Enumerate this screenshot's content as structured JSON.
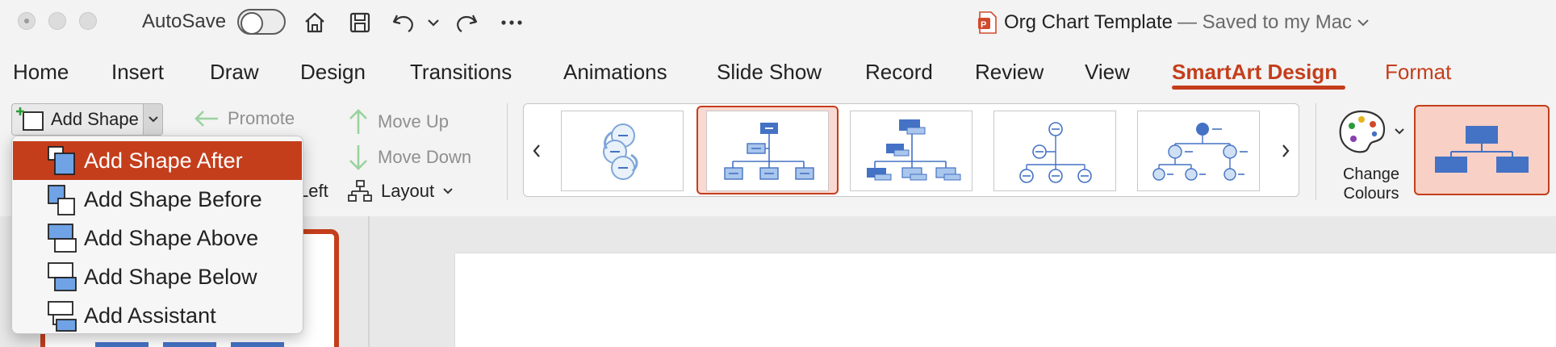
{
  "titlebar": {
    "autosave_label": "AutoSave",
    "autosave_state": "off",
    "icons": [
      "home-icon",
      "save-icon",
      "undo-icon",
      "chevron-down-icon",
      "redo-icon",
      "more-icon"
    ],
    "doc_name": "Org Chart Template",
    "doc_status": "— Saved to my Mac"
  },
  "tabs": [
    {
      "label": "Home"
    },
    {
      "label": "Insert"
    },
    {
      "label": "Draw"
    },
    {
      "label": "Design"
    },
    {
      "label": "Transitions"
    },
    {
      "label": "Animations"
    },
    {
      "label": "Slide Show"
    },
    {
      "label": "Record"
    },
    {
      "label": "Review"
    },
    {
      "label": "View"
    },
    {
      "label": "SmartArt Design",
      "active": true
    },
    {
      "label": "Format"
    }
  ],
  "ribbon": {
    "add_shape": "Add Shape",
    "promote": "Promote",
    "move_up": "Move Up",
    "move_down": "Move Down",
    "left_partial": "Left",
    "layout": "Layout",
    "change_colours_line1": "Change",
    "change_colours_line2": "Colours"
  },
  "menu": {
    "items": [
      {
        "label": "Add Shape After",
        "highlighted": true
      },
      {
        "label": "Add Shape Before"
      },
      {
        "label": "Add Shape Above"
      },
      {
        "label": "Add Shape Below"
      },
      {
        "label": "Add Assistant"
      }
    ]
  },
  "colors": {
    "accent": "#c43e1c",
    "accent_light": "#f9d9d1",
    "smartart_blue": "#4472c4",
    "shape_light_blue": "#a9c6ec"
  }
}
